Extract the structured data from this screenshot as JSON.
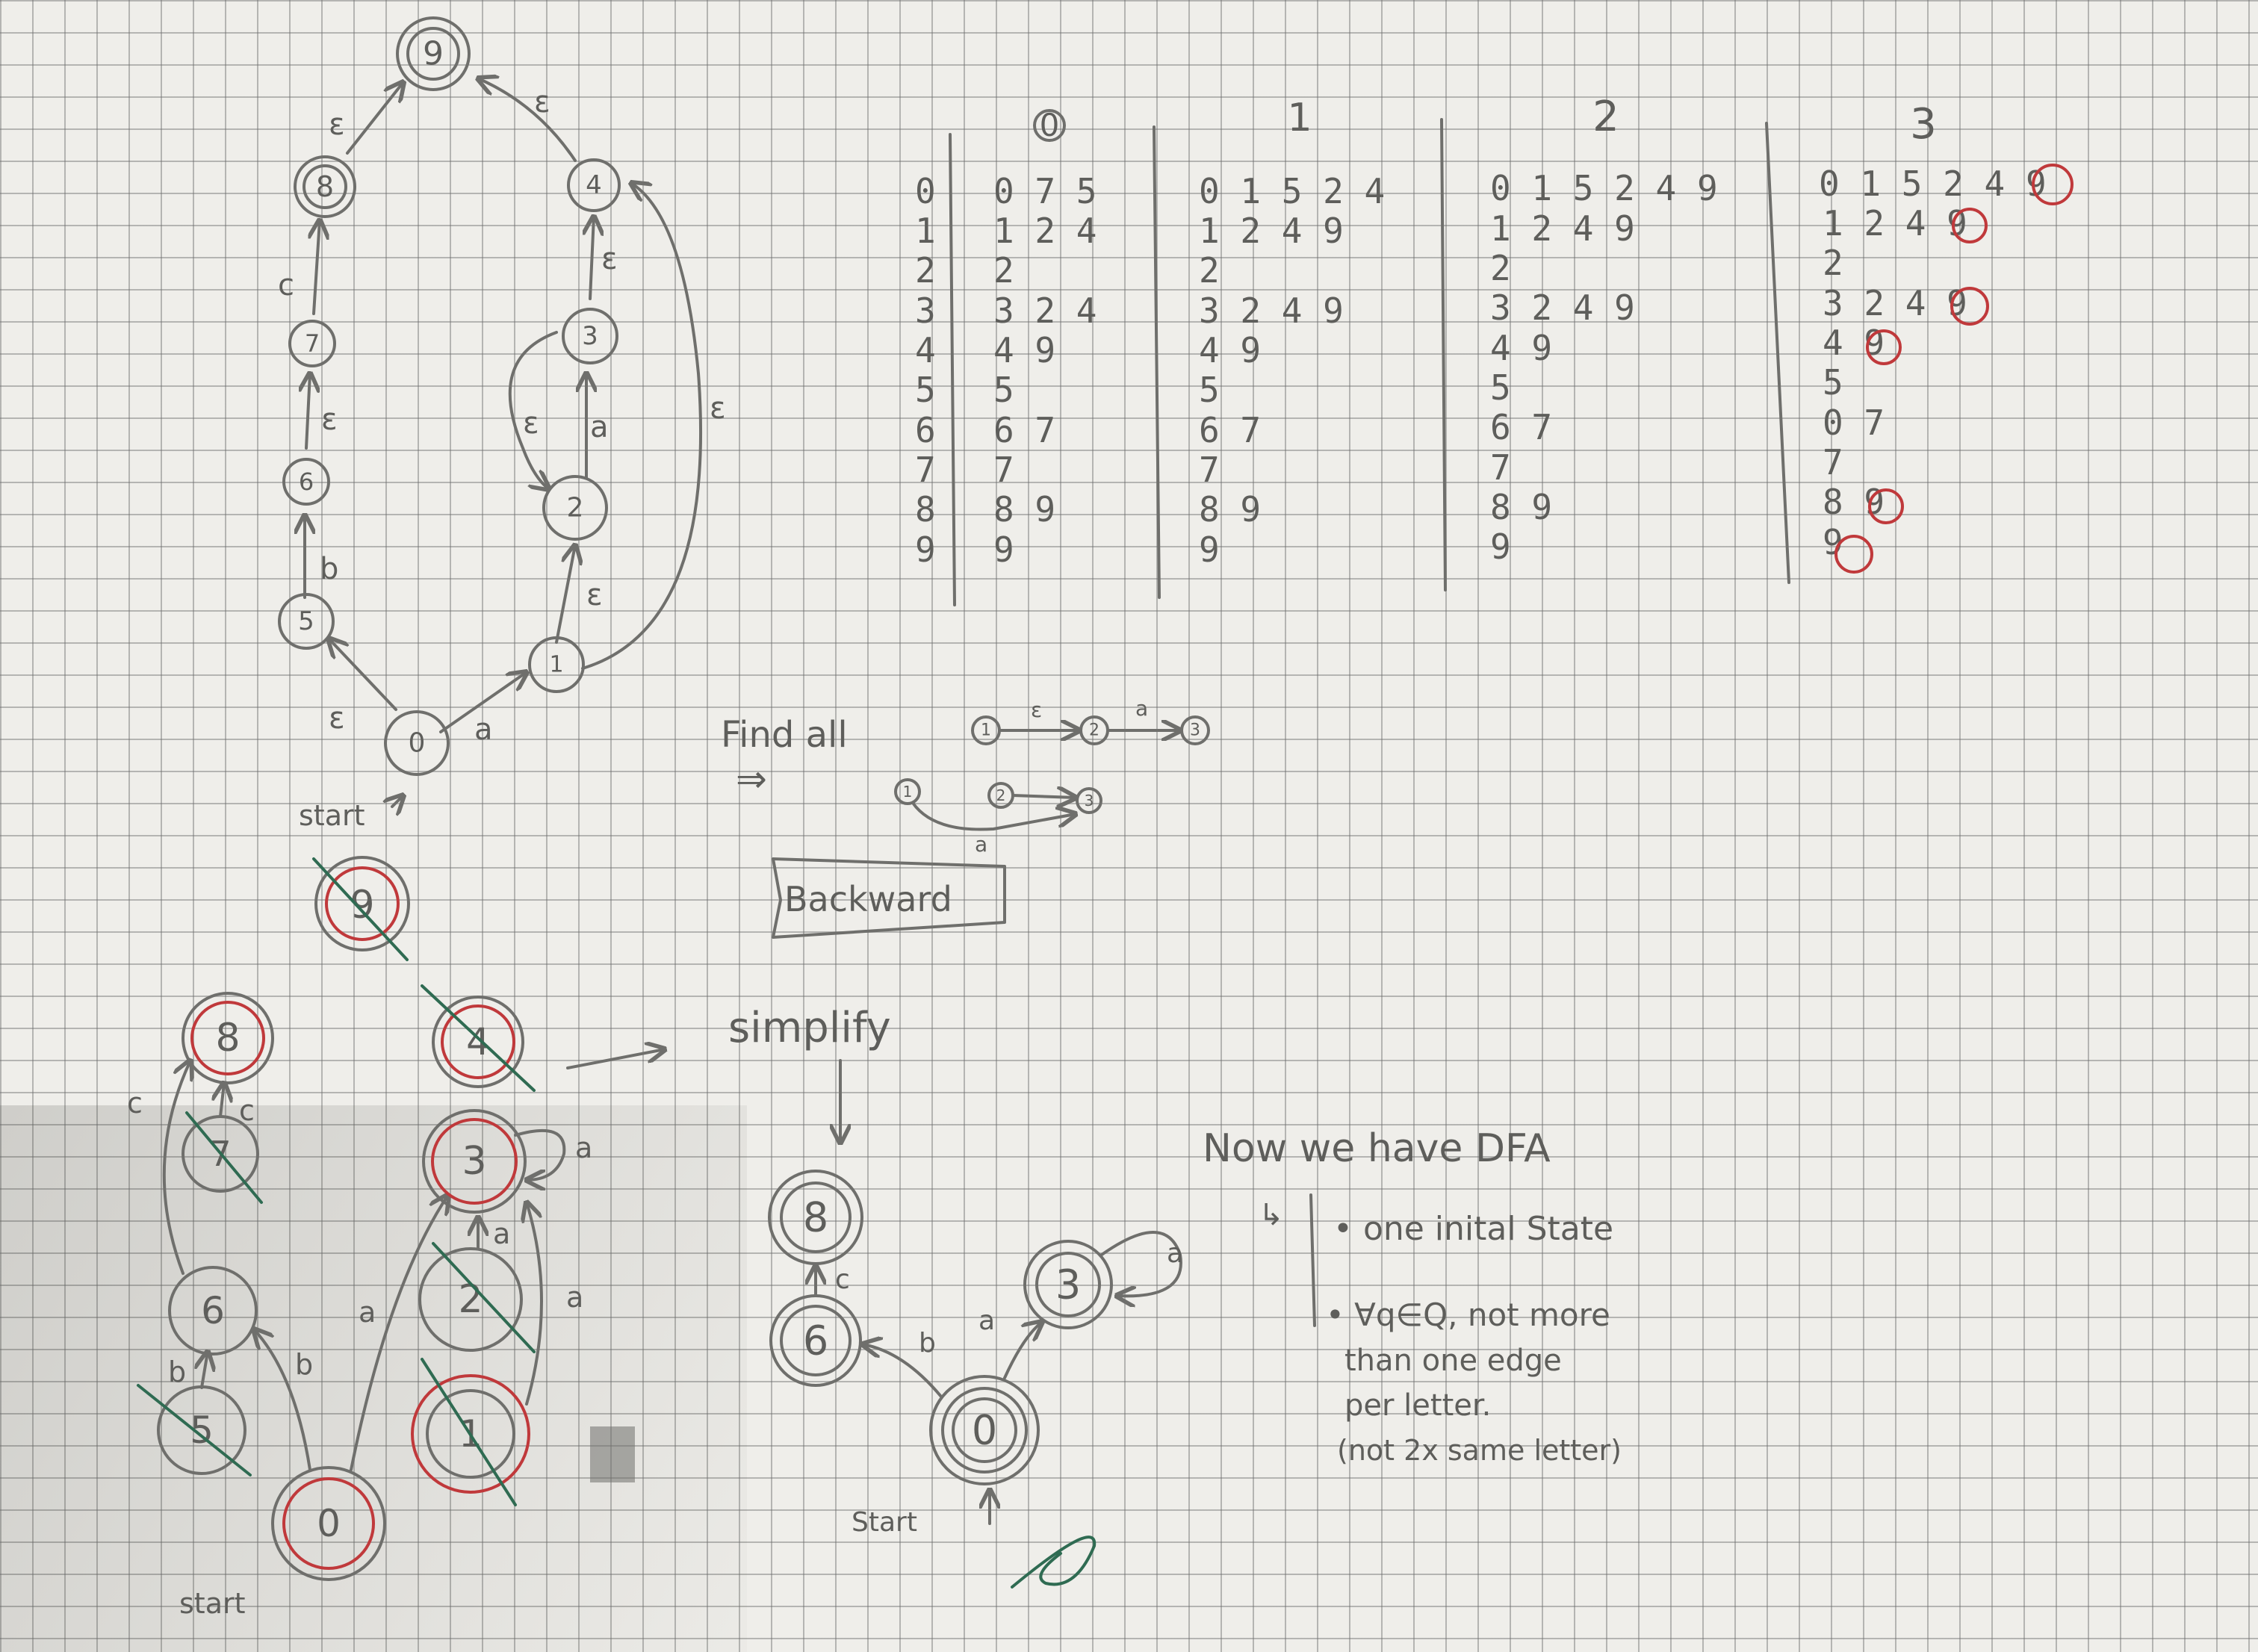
{
  "nfa": {
    "states": [
      {
        "id": "q9",
        "label": "9"
      },
      {
        "id": "q8",
        "label": "8"
      },
      {
        "id": "q7",
        "label": "7"
      },
      {
        "id": "q6",
        "label": "6"
      },
      {
        "id": "q5",
        "label": "5"
      },
      {
        "id": "q0",
        "label": "0"
      },
      {
        "id": "q1",
        "label": "1"
      },
      {
        "id": "q2",
        "label": "2"
      },
      {
        "id": "q3",
        "label": "3"
      },
      {
        "id": "q4",
        "label": "4"
      }
    ],
    "edge_labels": {
      "e_0_5": "ε",
      "e_0_1": "a",
      "e_5_6": "b",
      "e_6_7": "ε",
      "e_7_8": "c",
      "e_8_9": "ε",
      "e_4_9": "ε",
      "e_3_4": "ε",
      "e_2_3": "a",
      "e_3_2": "ε",
      "e_1_2": "ε",
      "e_1_4": "ε"
    },
    "start_label": "start"
  },
  "table": {
    "row_labels": [
      "0",
      "1",
      "2",
      "3",
      "4",
      "5",
      "6",
      "7",
      "8",
      "9"
    ],
    "columns": [
      {
        "header": "0",
        "rows": [
          "0 7 5",
          "1 2 4",
          "2",
          "3 2 4",
          "4 9",
          "5",
          "6 7",
          "7",
          "8 9",
          "9"
        ]
      },
      {
        "header": "1",
        "rows": [
          "0 1 5 2 4",
          "1 2 4 9",
          "2",
          "3 2 4 9",
          "4 9",
          "5",
          "6 7",
          "7",
          "8 9",
          "9"
        ]
      },
      {
        "header": "2",
        "rows": [
          "0 1 5 2 4 9",
          "1 2 4 9",
          "2",
          "3 2 4 9",
          "4 9",
          "5",
          "6 7",
          "7",
          "8 9",
          "9"
        ]
      },
      {
        "header": "3",
        "rows": [
          "0 1 5 2 4 9",
          "1 2 4 9",
          "2",
          "3 2 4 9",
          "4 9",
          "5",
          "0 7",
          "7",
          "8 9",
          "9"
        ]
      }
    ]
  },
  "notes": {
    "find_all": "Find all",
    "arrow": "⇒",
    "backward": "Backward",
    "simplify": "simplify",
    "dfa_title": "Now we have DFA",
    "dfa_b1": "• one inital State",
    "dfa_b2": "• ∀q∈Q, not more",
    "dfa_b2b": "than one edge",
    "dfa_b2c": "per letter.",
    "dfa_b2d": "(not 2x same letter)",
    "mini_labels": {
      "s1": "1",
      "s2": "2",
      "s3": "3",
      "e12": "ε",
      "e23": "a",
      "e13": "a",
      "s1b": "1",
      "s2b": "2",
      "s3b": "3"
    }
  },
  "middle_graph": {
    "states": {
      "q9": "9",
      "q8": "8",
      "q7": "7",
      "q4": "4",
      "q3": "3",
      "q6": "6",
      "q2": "2",
      "q5": "5",
      "q1": "1",
      "q0": "0"
    },
    "edge_labels": {
      "c": "c",
      "c2": "c",
      "a_loop": "a",
      "a2": "a",
      "a3": "a",
      "a4": "a",
      "b1": "b",
      "b2": "b"
    },
    "start_label": "start"
  },
  "dfa": {
    "states": {
      "q8": "8",
      "q6": "6",
      "q3": "3",
      "q0": "0"
    },
    "edge_labels": {
      "c": "c",
      "b": "b",
      "a": "a",
      "a_loop": "a"
    },
    "start_label": "Start"
  }
}
